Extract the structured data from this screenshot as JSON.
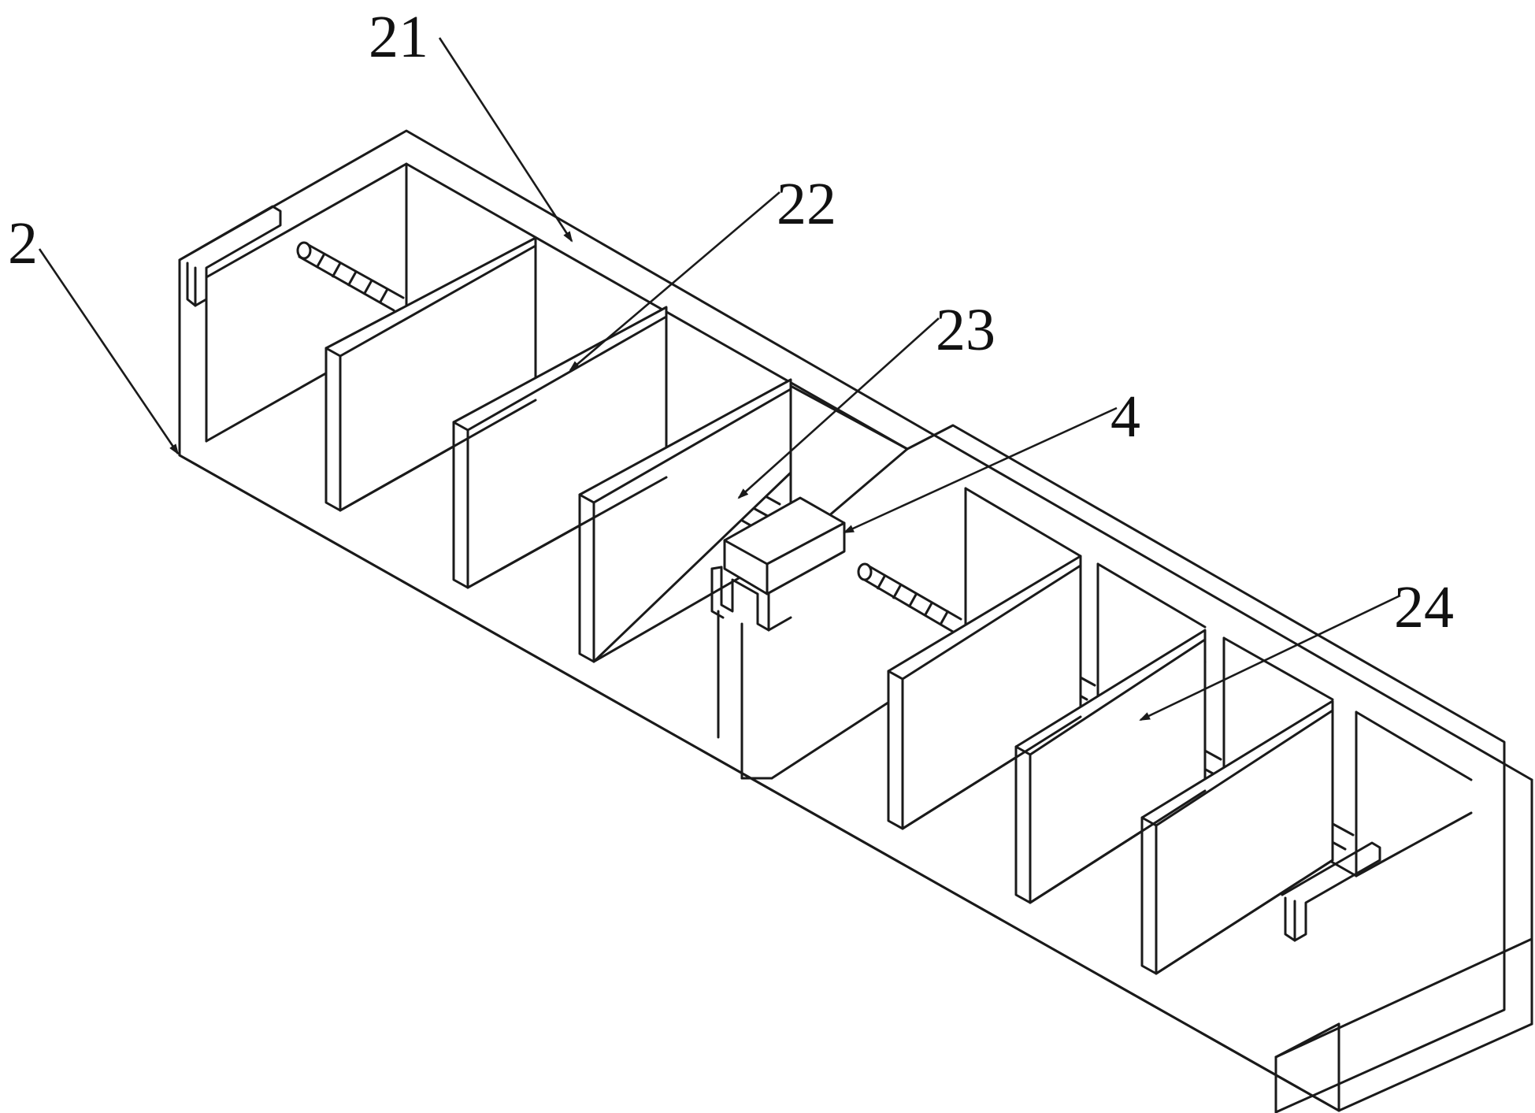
{
  "labels": [
    {
      "id": "2",
      "text": "2"
    },
    {
      "id": "21",
      "text": "21"
    },
    {
      "id": "22",
      "text": "22"
    },
    {
      "id": "23",
      "text": "23"
    },
    {
      "id": "4",
      "text": "4"
    },
    {
      "id": "24",
      "text": "24"
    }
  ],
  "colors": {
    "line": "#1a1a1a",
    "background": "#ffffff"
  }
}
